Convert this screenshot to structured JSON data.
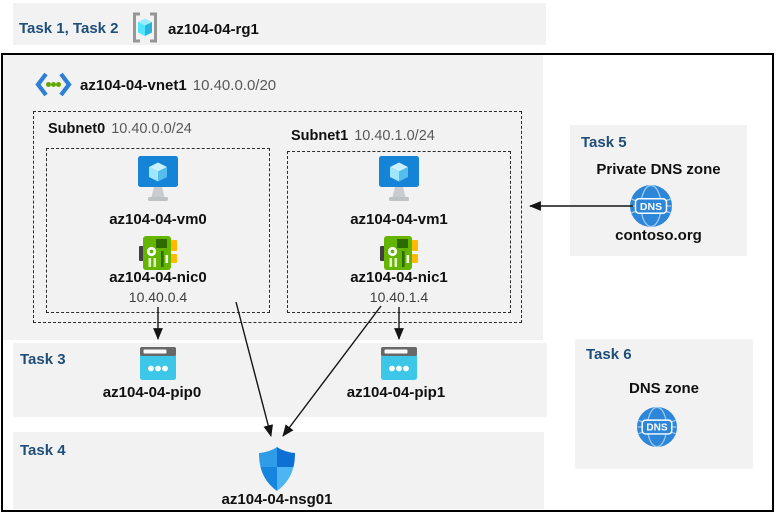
{
  "header": {
    "tasks_label": "Task 1, Task 2",
    "resource_group": "az104-04-rg1"
  },
  "vnet": {
    "name": "az104-04-vnet1",
    "cidr": "10.40.0.0/20"
  },
  "subnets": [
    {
      "name": "Subnet0",
      "cidr": "10.40.0.0/24",
      "vm": "az104-04-vm0",
      "nic": "az104-04-nic0",
      "nic_ip": "10.40.0.4"
    },
    {
      "name": "Subnet1",
      "cidr": "10.40.1.0/24",
      "vm": "az104-04-vm1",
      "nic": "az104-04-nic1",
      "nic_ip": "10.40.1.4"
    }
  ],
  "task3": {
    "label": "Task 3",
    "pips": [
      "az104-04-pip0",
      "az104-04-pip1"
    ]
  },
  "task4": {
    "label": "Task 4",
    "nsg": "az104-04-nsg01"
  },
  "task5": {
    "label": "Task 5",
    "title": "Private DNS zone",
    "zone_name": "contoso.org",
    "dns_badge": "DNS"
  },
  "task6": {
    "label": "Task 6",
    "title": "DNS zone",
    "dns_badge": "DNS"
  },
  "icons": [
    "resource-group-icon",
    "virtual-network-icon",
    "virtual-machine-icon",
    "network-interface-icon",
    "public-ip-icon",
    "nsg-shield-icon",
    "dns-globe-icon"
  ],
  "colors": {
    "task_label": "#1F4E79",
    "panel_bg": "#F2F2F2",
    "frame_border": "#000000",
    "name_text": "#101010",
    "secondary_text": "#595959",
    "arrow": "#141414",
    "rg_cube_cyan": "#50E6FF",
    "vnet_chevron_blue": "#2C7FD4",
    "vnet_dot_green": "#5FA800",
    "vm_monitor_blue": "#1583D6",
    "nic_green": "#63B500",
    "nic_tab_yellow": "#FFB900",
    "pip_cyan": "#3CC6E8",
    "pip_bar_gray": "#686868",
    "shield_tl": "#2F9CE8",
    "shield_tr": "#0E6FD4",
    "shield_bl": "#1585E0",
    "shield_br": "#4DB6F2",
    "dns_blue": "#2E86D8"
  }
}
